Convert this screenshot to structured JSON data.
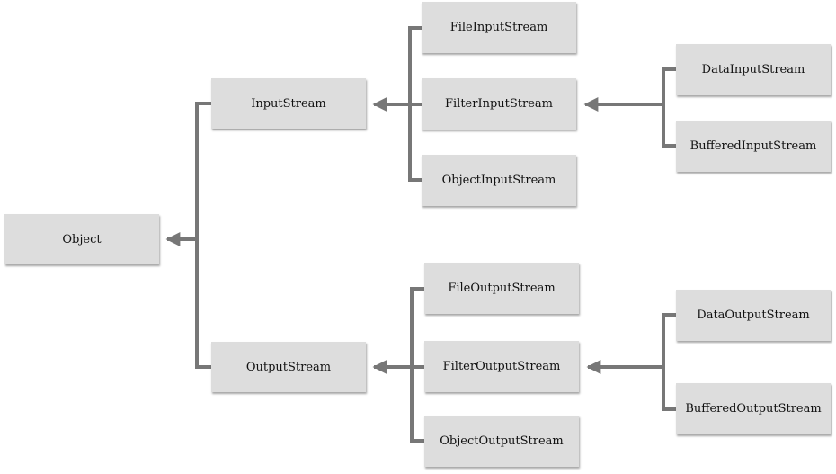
{
  "nodes": {
    "object": "Object",
    "input_stream": "InputStream",
    "output_stream": "OutputStream",
    "file_input_stream": "FileInputStream",
    "filter_input_stream": "FilterInputStream",
    "object_input_stream": "ObjectInputStream",
    "data_input_stream": "DataInputStream",
    "buffered_input_stream": "BufferedInputStream",
    "file_output_stream": "FileOutputStream",
    "filter_output_stream": "FilterOutputStream",
    "object_output_stream": "ObjectOutputStream",
    "data_output_stream": "DataOutputStream",
    "buffered_output_stream": "BufferedOutputStream"
  },
  "edges": [
    [
      "input_stream",
      "object"
    ],
    [
      "output_stream",
      "object"
    ],
    [
      "file_input_stream",
      "input_stream"
    ],
    [
      "filter_input_stream",
      "input_stream"
    ],
    [
      "object_input_stream",
      "input_stream"
    ],
    [
      "data_input_stream",
      "filter_input_stream"
    ],
    [
      "buffered_input_stream",
      "filter_input_stream"
    ],
    [
      "file_output_stream",
      "output_stream"
    ],
    [
      "filter_output_stream",
      "output_stream"
    ],
    [
      "object_output_stream",
      "output_stream"
    ],
    [
      "data_output_stream",
      "filter_output_stream"
    ],
    [
      "buffered_output_stream",
      "filter_output_stream"
    ]
  ],
  "colors": {
    "box": "#dddddd",
    "line": "#777777",
    "text": "#111111"
  }
}
